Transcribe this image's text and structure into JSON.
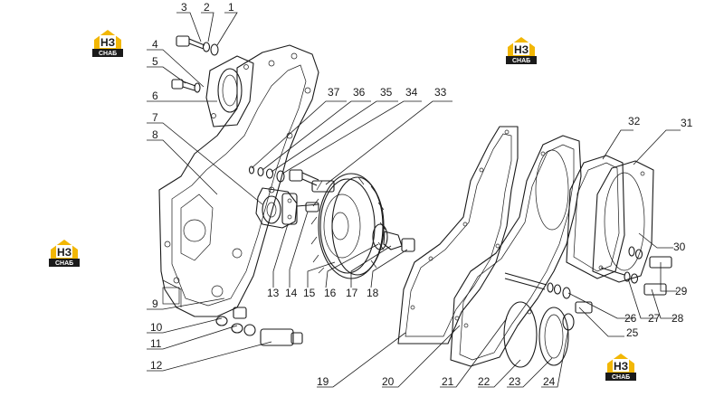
{
  "brand": {
    "logo_letters": "НЗ",
    "logo_caption": "СНАБ",
    "accent_color": "#f2b705",
    "dark_color": "#1a1a1a"
  },
  "callouts": [
    {
      "n": "1"
    },
    {
      "n": "2"
    },
    {
      "n": "3"
    },
    {
      "n": "4"
    },
    {
      "n": "5"
    },
    {
      "n": "6"
    },
    {
      "n": "7"
    },
    {
      "n": "8"
    },
    {
      "n": "9"
    },
    {
      "n": "10"
    },
    {
      "n": "11"
    },
    {
      "n": "12"
    },
    {
      "n": "13"
    },
    {
      "n": "14"
    },
    {
      "n": "15"
    },
    {
      "n": "16"
    },
    {
      "n": "17"
    },
    {
      "n": "18"
    },
    {
      "n": "19"
    },
    {
      "n": "20"
    },
    {
      "n": "21"
    },
    {
      "n": "22"
    },
    {
      "n": "23"
    },
    {
      "n": "24"
    },
    {
      "n": "25"
    },
    {
      "n": "26"
    },
    {
      "n": "27"
    },
    {
      "n": "28"
    },
    {
      "n": "29"
    },
    {
      "n": "30"
    },
    {
      "n": "31"
    },
    {
      "n": "32"
    },
    {
      "n": "33"
    },
    {
      "n": "34"
    },
    {
      "n": "35"
    },
    {
      "n": "36"
    },
    {
      "n": "37"
    }
  ]
}
